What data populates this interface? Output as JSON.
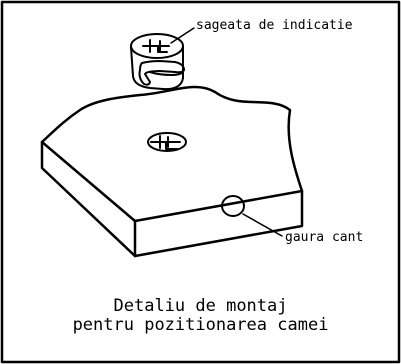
{
  "labels": {
    "arrow_indicator": "sageata de indicatie",
    "edge_hole": "gaura cant"
  },
  "caption": {
    "line1": "Detaliu de montaj",
    "line2": "pentru pozitionarea camei"
  },
  "colors": {
    "stroke": "#000000",
    "background": "#ffffff"
  }
}
